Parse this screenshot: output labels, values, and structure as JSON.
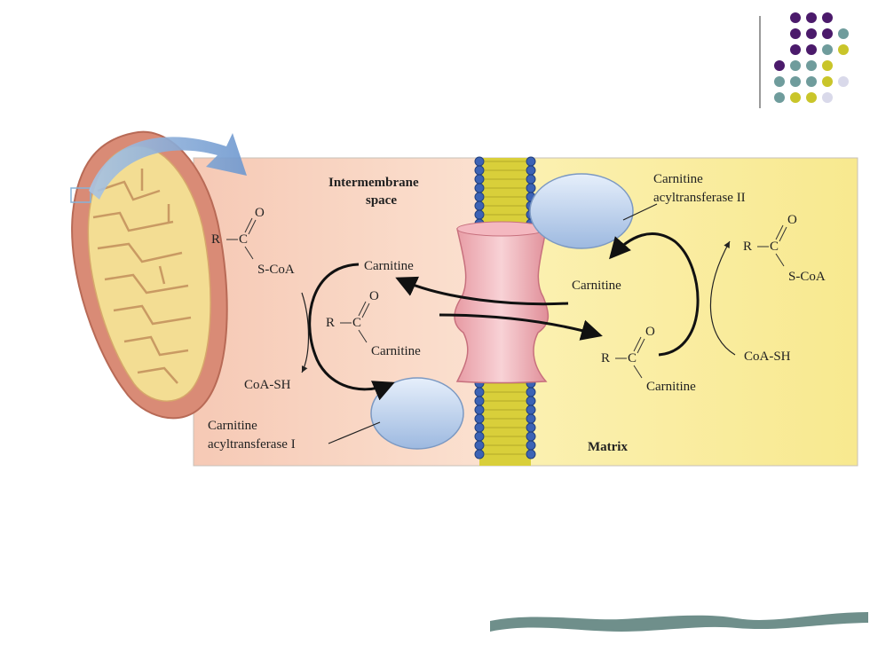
{
  "decor": {
    "dot_colors": {
      "purple": "#4b1a6b",
      "teal": "#6f9c9c",
      "yellow": "#c9c52a",
      "lavender": "#d9d9ea"
    }
  },
  "diagram": {
    "intermembrane_label_1": "Intermembrane",
    "intermembrane_label_2": "space",
    "matrix_label": "Matrix",
    "enzyme_I_line1": "Carnitine",
    "enzyme_I_line2": "acyltransferase I",
    "enzyme_II_line1": "Carnitine",
    "enzyme_II_line2": "acyltransferase II",
    "left_acyl_coa": {
      "r": "R",
      "c": "C",
      "o": "O",
      "substituent": "S-CoA"
    },
    "left_coash": "CoA-SH",
    "left_carnitine_in": "Carnitine",
    "left_acylcarnitine": {
      "r": "R",
      "c": "C",
      "o": "O",
      "substituent": "Carnitine"
    },
    "right_carnitine": "Carnitine",
    "right_acylcarnitine": {
      "r": "R",
      "c": "C",
      "o": "O",
      "substituent": "Carnitine"
    },
    "right_acyl_coa": {
      "r": "R",
      "c": "C",
      "o": "O",
      "substituent": "S-CoA"
    },
    "right_coash": "CoA-SH"
  }
}
